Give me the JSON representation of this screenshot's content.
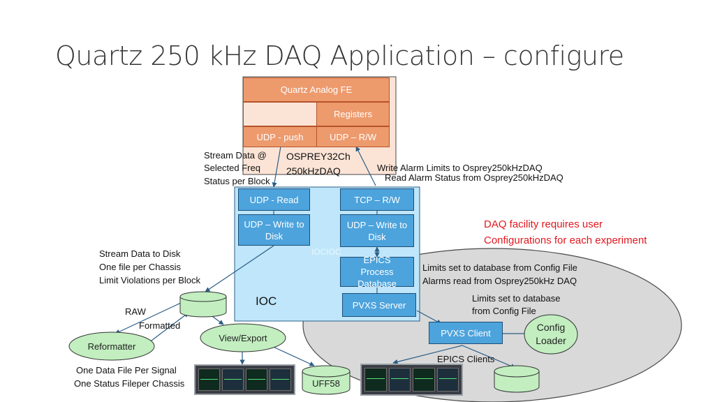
{
  "title": "Quartz 250 kHz DAQ Application – configure",
  "fe": {
    "header": "Quartz Analog FE",
    "registers": "Registers",
    "udp_push": "UDP - push",
    "udp_rw": "UDP – R/W",
    "model_line1": "OSPREY32Ch",
    "model_line2": "250kHzDAQ"
  },
  "ioc": {
    "label": "IOC",
    "watermark": "IOCIOC",
    "udp_read": "UDP - Read",
    "tcp_rw": "TCP – R/W",
    "udp_write_left": "UDP – Write to Disk",
    "udp_write_right": "UDP – Write to Disk",
    "epics_db": "EPICS Process Database",
    "pvxs_server": "PVXS Server"
  },
  "stream_notes": [
    "Stream Data @",
    "Selected Freq",
    "Status per Block"
  ],
  "alarm_notes": [
    "Write Alarm Limits to Osprey250kHzDAQ",
    "Read Alarm Status from Osprey250kHzDAQ"
  ],
  "disk_notes": [
    "Stream Data to Disk",
    "One file per Chassis",
    "Limit Violations per Block"
  ],
  "daq_note": [
    "DAQ facility requires user",
    "Configurations for each experiment"
  ],
  "limits_db_notes": [
    "Limits set to database from Config File",
    "Alarms read from Osprey250kHz DAQ"
  ],
  "limits_cfg_notes": [
    "Limits set to database",
    "from Config File"
  ],
  "raw_label": "RAW",
  "formatted_label": "Formatted",
  "reformatter": "Reformatter",
  "view_export": "View/Export",
  "uff58": "UFF58",
  "pvxs_client": "PVXS Client",
  "config_loader": "Config Loader",
  "epics_clients": "EPICS Clients",
  "signal_notes": [
    "One Data File Per Signal",
    "One Status Fileper Chassis"
  ],
  "colors": {
    "orange_box": "#ed9a6d",
    "blue_box": "#4da3dc",
    "ioc_panel": "#bfe6fa",
    "fe_panel": "#fbe4d6",
    "green_node": "#c2eec0",
    "client_ellipse": "#d9d9d9",
    "note_red": "#e0181e"
  },
  "icons": [
    "monitor-screens-left",
    "monitor-screens-right",
    "database-cylinder"
  ]
}
